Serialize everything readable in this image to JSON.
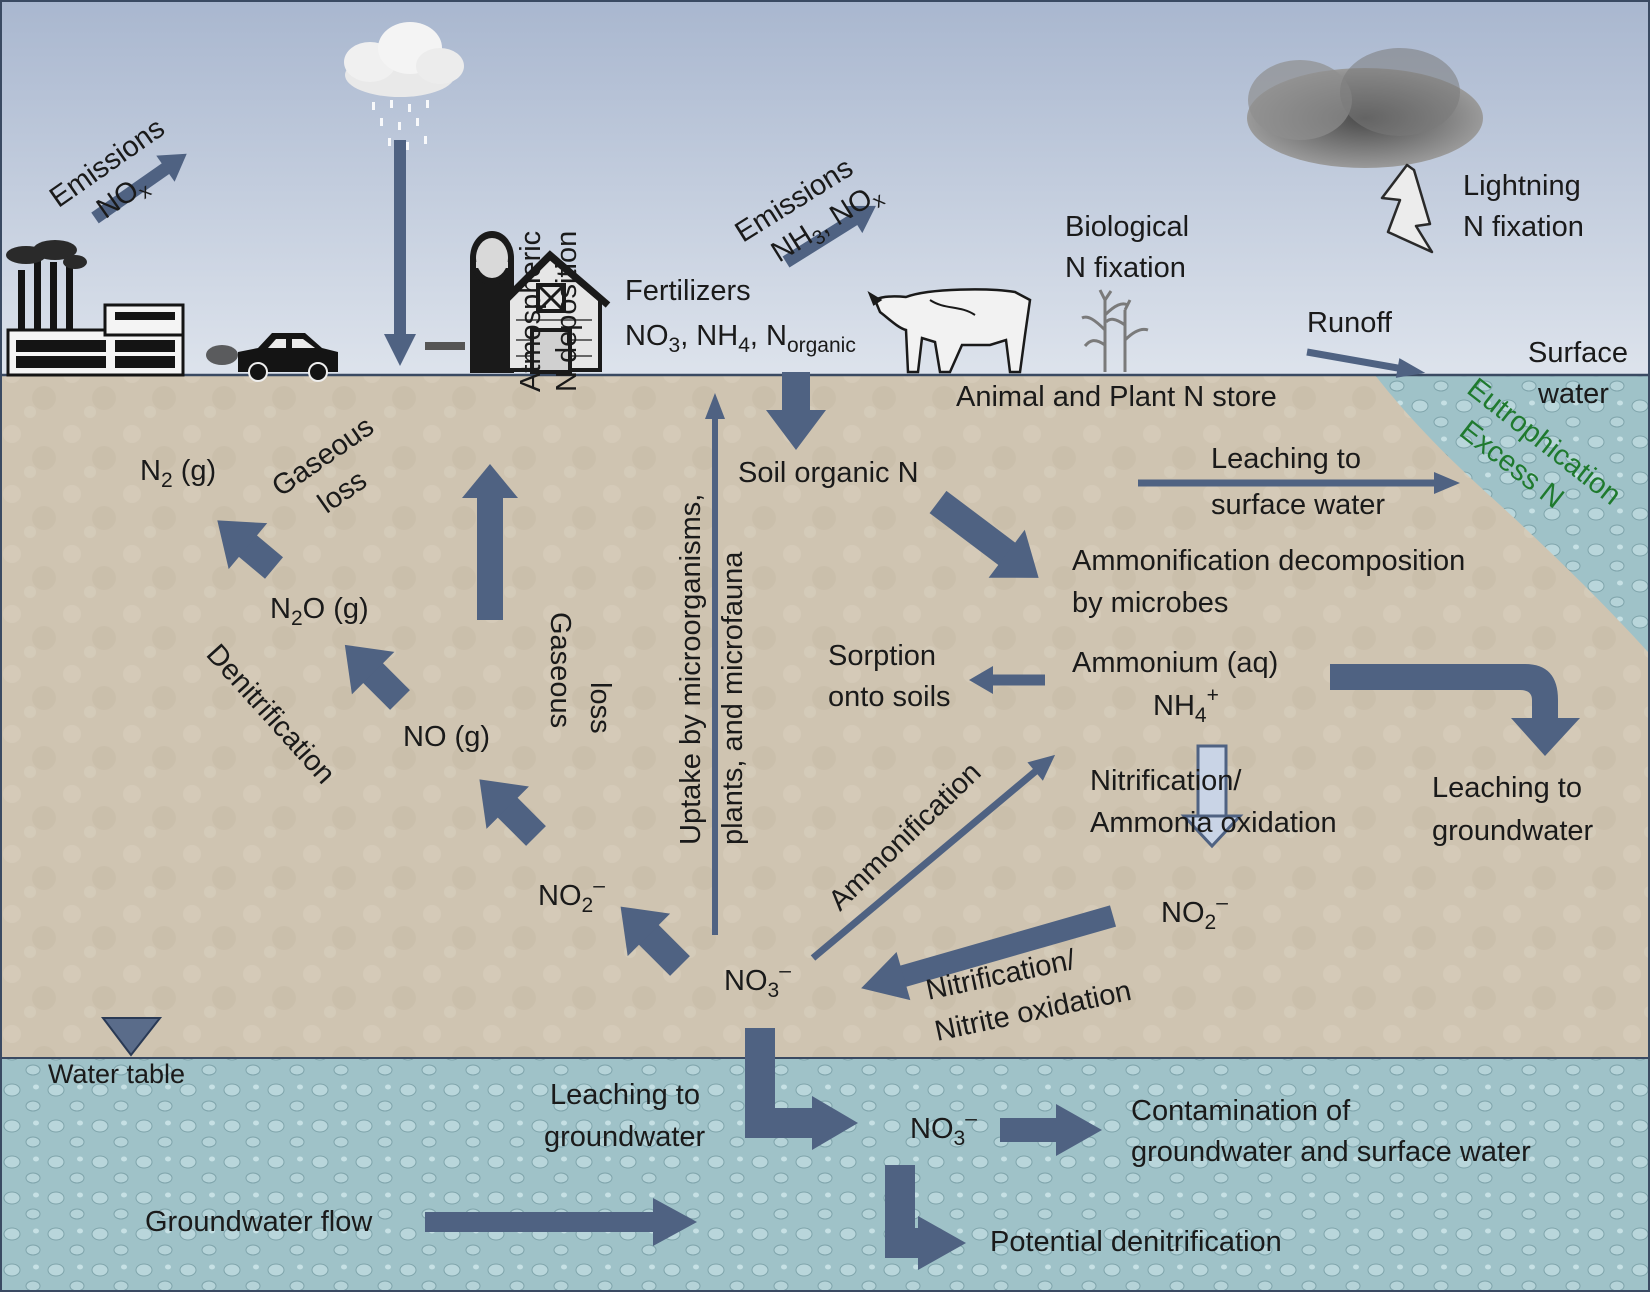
{
  "colors": {
    "sky_top": "#a9b7cf",
    "sky_bottom": "#dde3ec",
    "soil": "#cfc4b1",
    "groundwater": "#9fc2c8",
    "arrow": "#4f6282",
    "eutrophication_text": "#1f7a2e"
  },
  "icons": [
    "factory-icon",
    "car-icon",
    "silo-barn-icon",
    "cow-icon",
    "corn-plant-icon",
    "rain-cloud-icon",
    "storm-cloud-icon",
    "lightning-bolt-icon",
    "water-table-marker-icon"
  ],
  "atmosphere": {
    "emissions_left": {
      "line1": "Emissions",
      "line2": "NO",
      "sub": "x"
    },
    "atmospheric_deposition": {
      "line1": "Atmospheric",
      "line2": "N deposition"
    },
    "emissions_farm": {
      "line1": "Emissions",
      "nh": "NH",
      "nh_sub": "3",
      "mid": ", NO",
      "no_sub": "x"
    },
    "fertilizers": {
      "line1": "Fertilizers",
      "no": "NO",
      "no_sub": "3",
      "nh": ", NH",
      "nh_sub": "4",
      "n": ", N",
      "n_sub": "organic"
    },
    "biological_fixation": {
      "line1": "Biological",
      "line2": "N fixation"
    },
    "lightning_fixation": {
      "line1": "Lightning",
      "line2": "N fixation"
    },
    "runoff": "Runoff",
    "surface_water": {
      "line1": "Surface",
      "line2": "water"
    }
  },
  "soil": {
    "animal_plant_store": "Animal and Plant N store",
    "soil_organic_n": "Soil organic N",
    "leaching_surface": {
      "line1": "Leaching to",
      "line2": "surface water"
    },
    "eutrophication": {
      "line1": "Eutrophication",
      "line2": "Excess N"
    },
    "ammonification_decomposition": {
      "line1": "Ammonification decomposition",
      "line2": "by microbes"
    },
    "sorption": {
      "line1": "Sorption",
      "line2": "onto soils"
    },
    "ammonium": {
      "line1": "Ammonium (aq)",
      "nh": "NH",
      "sub": "4",
      "sup": "+"
    },
    "leaching_groundwater_right": {
      "line1": "Leaching to",
      "line2": "groundwater"
    },
    "nitrification_ammonia": {
      "line1": "Nitrification/",
      "line2": "Ammonia oxidation"
    },
    "no2_right": {
      "base": "NO",
      "sub": "2",
      "sup": "–"
    },
    "nitrification_nitrite": {
      "line1": "Nitrification/",
      "line2": "Nitrite oxidation"
    },
    "no3_center": {
      "base": "NO",
      "sub": "3",
      "sup": "–"
    },
    "ammonification": "Ammonification",
    "uptake": {
      "line1": "Uptake by microorganisms,",
      "line2": "plants, and microfauna"
    },
    "no2_left": {
      "base": "NO",
      "sub": "2",
      "sup": "–"
    },
    "no_gas": "NO (g)",
    "n2o_gas": {
      "base": "N",
      "sub": "2",
      "rest": "O (g)"
    },
    "n2_gas": {
      "base": "N",
      "sub": "2",
      "rest": " (g)"
    },
    "gaseous_loss_diag": {
      "line1": "Gaseous",
      "line2": "loss"
    },
    "gaseous_loss_vert": {
      "line1": "Gaseous",
      "line2": "loss"
    },
    "denitrification": "Denitrification"
  },
  "groundwater": {
    "water_table": "Water table",
    "leaching_groundwater": {
      "line1": "Leaching to",
      "line2": "groundwater"
    },
    "no3": {
      "base": "NO",
      "sub": "3",
      "sup": "–"
    },
    "contamination": {
      "line1": "Contamination of",
      "line2": "groundwater and surface water"
    },
    "groundwater_flow": "Groundwater flow",
    "potential_denitrification": "Potential denitrification"
  }
}
